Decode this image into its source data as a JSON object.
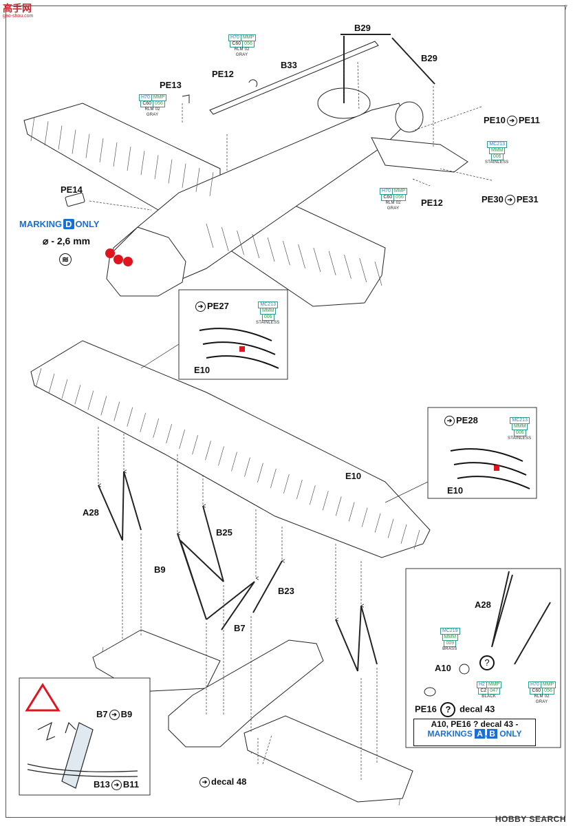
{
  "watermark": {
    "site": "高手网",
    "site_url": "gao-shou.com",
    "brand": "HOBBY SEARCH",
    "page": "7"
  },
  "labels": {
    "b29_top": "B29",
    "b29_right": "B29",
    "b33": "B33",
    "pe12_top": "PE12",
    "pe13": "PE13",
    "pe14": "PE14",
    "pe10": "PE10",
    "pe11": "PE11",
    "pe12_right": "PE12",
    "pe30": "PE30",
    "pe31": "PE31",
    "pe27": "PE27",
    "e10_a": "E10",
    "pe28": "PE28",
    "e10_b": "E10",
    "e10_wing": "E10",
    "a28_left": "A28",
    "b25": "B25",
    "b9": "B9",
    "b23": "B23",
    "b7": "B7",
    "a28_inset": "A28",
    "a10": "A10",
    "pe16": "PE16",
    "decal43": "decal 43",
    "b7_note": "B7",
    "b9_note": "B9",
    "b13": "B13",
    "b11": "B11",
    "decal48": "decal 48",
    "drill": "- 2,6 mm",
    "drill_symbol": "⌀"
  },
  "marking_d": {
    "prefix": "MARKING",
    "letter": "D",
    "suffix": "ONLY"
  },
  "note_a10": {
    "line1": "A10, PE16 ? decal 43 -",
    "prefix": "MARKINGS",
    "letter_a": "A",
    "sep": ",",
    "letter_b": "B",
    "suffix": "ONLY"
  },
  "colors": {
    "rlm02_top": {
      "h": "H70",
      "m": "MMP",
      "c": "C60",
      "n": "056",
      "cap1": "RLM 02",
      "cap2": "GRAY"
    },
    "rlm02_pe13": {
      "h": "H70",
      "m": "MMP",
      "c": "C60",
      "n": "056",
      "cap1": "RLM 02",
      "cap2": "GRAY"
    },
    "rlm02_pe12": {
      "h": "H70",
      "m": "MMP",
      "c": "C60",
      "n": "056",
      "cap1": "RLM 02",
      "cap2": "GRAY"
    },
    "stainless_pe10": {
      "h": "MC213",
      "m": "MMM",
      "n": "006",
      "cap1": "STAINLESS"
    },
    "stainless_pe27": {
      "h": "MC213",
      "m": "MMM",
      "n": "006",
      "cap1": "STAINLESS"
    },
    "stainless_pe28": {
      "h": "MC213",
      "m": "MMM",
      "n": "006",
      "cap1": "STAINLESS"
    },
    "brass": {
      "h": "MC219",
      "m": "MMM",
      "n": "009",
      "cap1": "BRASS"
    },
    "black": {
      "h": "H2",
      "m": "MMP",
      "c": "C2",
      "n": "047",
      "cap1": "BLACK"
    },
    "rlm02_a10": {
      "h": "H70",
      "m": "MMP",
      "c": "C60",
      "n": "056",
      "cap1": "RLM 02",
      "cap2": "GRAY"
    }
  },
  "swatches": {
    "accent": "#1a6fd4",
    "green": "#2a9d4a",
    "teal": "#2a9d8f",
    "red": "#e0141e",
    "warning": "#e0141e"
  }
}
